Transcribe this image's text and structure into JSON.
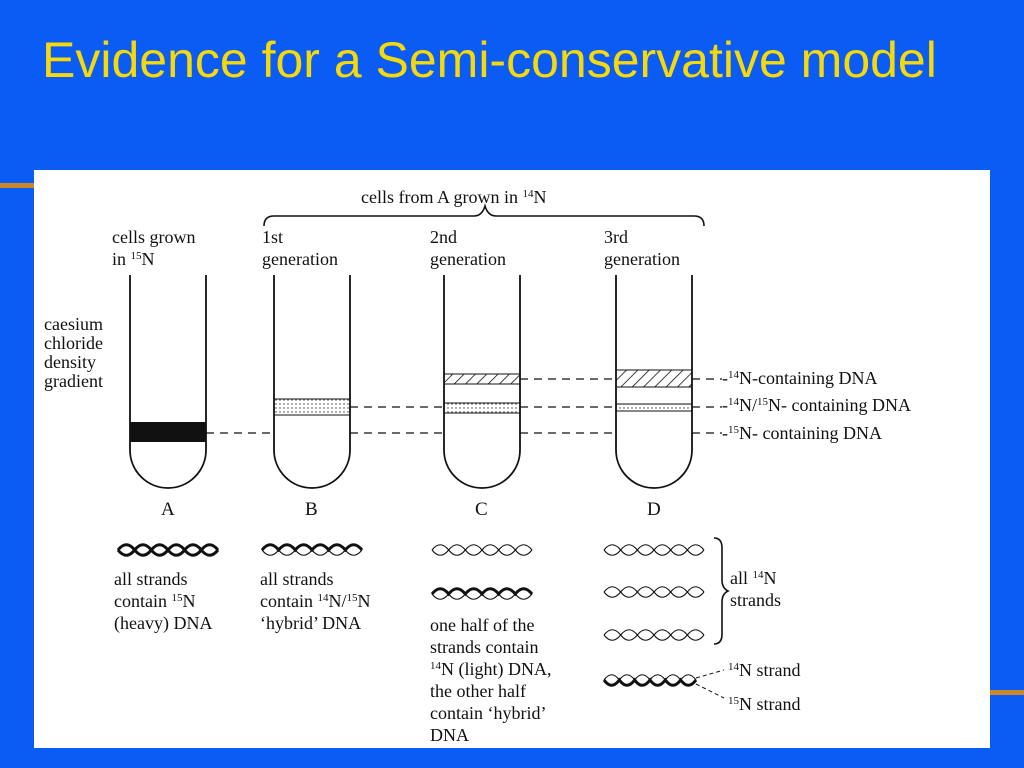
{
  "slide": {
    "title": "Evidence for a Semi-conservative model"
  },
  "colors": {
    "background": "#0a5cf5",
    "title": "#f5d90a",
    "panel": "#ffffff",
    "ink": "#111111"
  },
  "figure": {
    "brace_label": {
      "pre": "cells from A grown in ",
      "sup": "14",
      "post": "N"
    },
    "left_labels": [
      "caesium",
      "chloride",
      "density",
      "gradient"
    ],
    "tubes": [
      {
        "letter": "A",
        "header": [
          "cells grown",
          "in ^15N"
        ],
        "caption": [
          "all strands",
          "contain ^15N",
          "(heavy) DNA"
        ]
      },
      {
        "letter": "B",
        "header": [
          "1st",
          "generation"
        ],
        "caption": [
          "all strands",
          "contain ^14N/^15N",
          "‘hybrid’ DNA"
        ]
      },
      {
        "letter": "C",
        "header": [
          "2nd",
          "generation"
        ],
        "caption": [
          "one half of the",
          "strands contain",
          "^14N (light) DNA,",
          "the other half",
          "contain ‘hybrid’",
          "DNA"
        ]
      },
      {
        "letter": "D",
        "header": [
          "3rd",
          "generation"
        ],
        "caption": []
      }
    ],
    "band_labels": [
      "-^14N-containing DNA",
      "-^14N/^15N- containing DNA",
      "-^15N- containing DNA"
    ],
    "right_brace_label": [
      "all ^14N",
      "strands"
    ],
    "strand_labels": [
      "^14N strand",
      "^15N strand"
    ]
  }
}
